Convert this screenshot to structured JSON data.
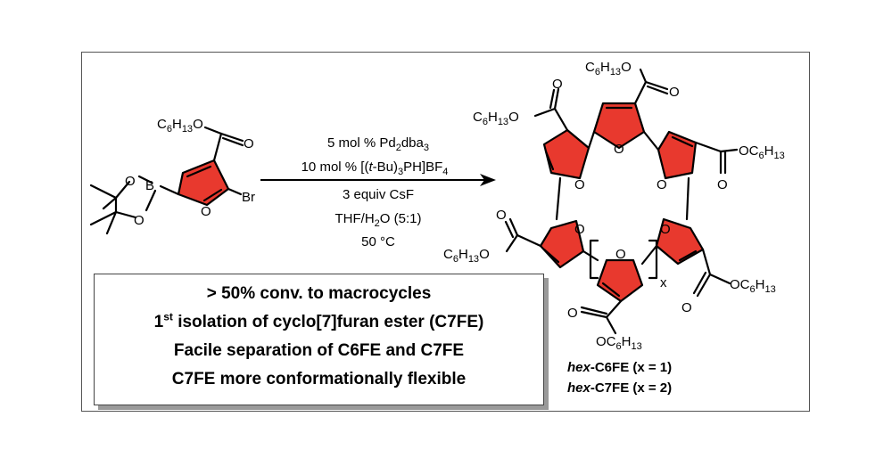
{
  "reagent": {
    "ester_label_a": "C",
    "ester_label_6": "6",
    "ester_label_h": "H",
    "ester_label_13": "13",
    "ester_o": "O",
    "carbonyl_o": "O",
    "boron": "B",
    "bor_o1": "O",
    "bor_o2": "O",
    "furan_o": "O",
    "bromine": "Br"
  },
  "conditions": {
    "line1_pre": "5 mol % Pd",
    "line1_sub1": "2",
    "line1_mid": "dba",
    "line1_sub2": "3",
    "line2_pre": "10 mol % [(",
    "line2_ital": "t",
    "line2_mid": "-Bu)",
    "line2_sub1": "3",
    "line2_mid2": "PH]BF",
    "line2_sub2": "4",
    "line3": "3 equiv CsF",
    "line4_pre": "THF/H",
    "line4_sub": "2",
    "line4_post": "O (5:1)",
    "line5": "50 °C"
  },
  "product": {
    "ring_o": "O",
    "repeat_subscript": "x",
    "hexyl_c": "C",
    "hexyl_6": "6",
    "hexyl_h": "H",
    "hexyl_13": "13",
    "label1_ital": "hex",
    "label1_rest": "-C6FE (x = 1)",
    "label2_ital": "hex",
    "label2_rest": "-C7FE (x = 2)"
  },
  "summary": {
    "line1": "> 50% conv. to macrocycles",
    "line2_num": "1",
    "line2_sup": "st",
    "line2_rest": " isolation of cyclo[7]furan ester (C7FE)",
    "line3": "Facile separation of C6FE and C7FE",
    "line4": "C7FE more conformationally flexible"
  },
  "colors": {
    "furan_fill": "#e8392e",
    "bond": "#000000",
    "box_shadow": "#9a9a9a"
  }
}
